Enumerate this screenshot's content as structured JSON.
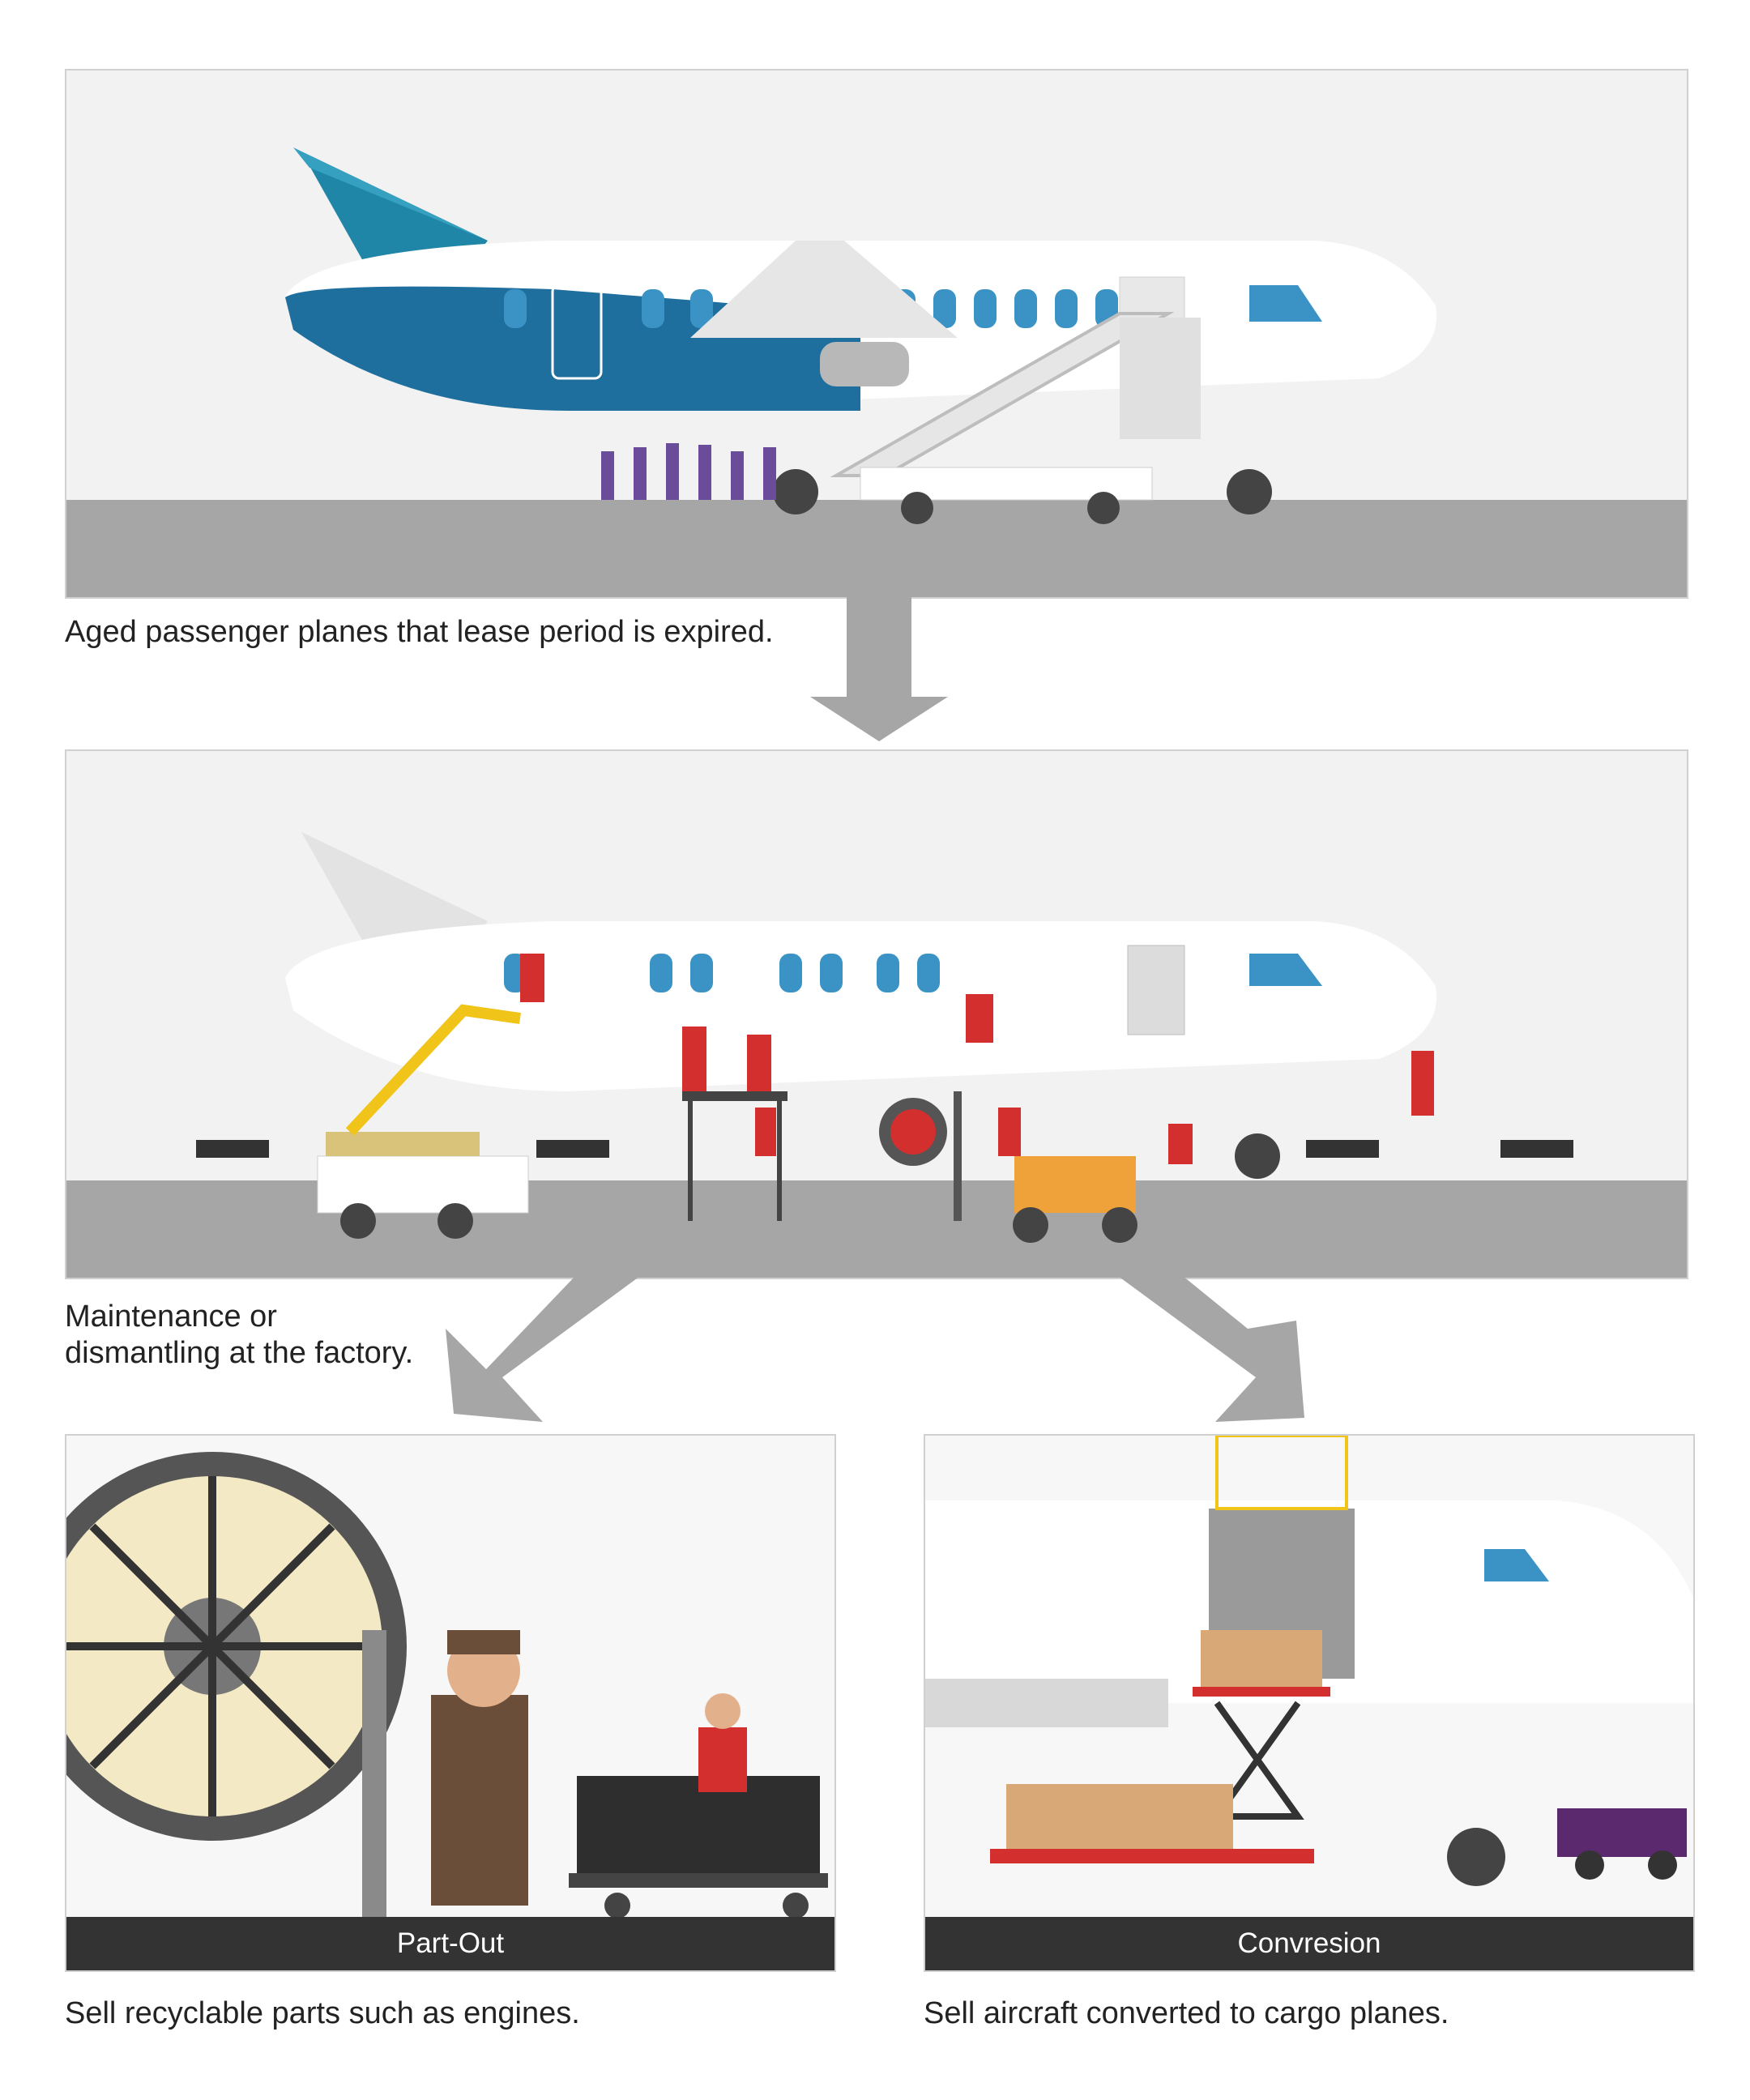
{
  "stage1": {
    "caption": "Aged passenger planes that lease period is expired."
  },
  "stage2": {
    "caption_line1": "Maintenance or",
    "caption_line2": "dismantling at the factory."
  },
  "partout": {
    "label": "Part-Out",
    "caption": "Sell recyclable parts such as engines."
  },
  "conversion": {
    "label": "Convresion",
    "caption": "Sell aircraft converted to cargo planes."
  },
  "colors": {
    "panel_bg": "#f2f2f2",
    "ground": "#a6a6a6",
    "arrow": "#a6a6a6",
    "label_bar": "#333333",
    "tail_blue": "#1f86a8",
    "window_blue": "#3a93c4",
    "worker_red": "#d32f2f",
    "forklift_orange": "#f0a23a",
    "lift_yellow": "#f0c419",
    "cargo_box": "#d9a877",
    "cargo_purple": "#5b2a6e"
  }
}
